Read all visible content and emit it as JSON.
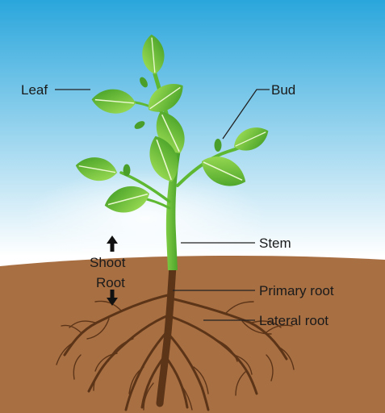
{
  "diagram": {
    "labels": {
      "leaf": "Leaf",
      "bud": "Bud",
      "stem": "Stem",
      "shoot": "Shoot",
      "root": "Root",
      "primary_root": "Primary root",
      "lateral_root": "Lateral root"
    },
    "colors": {
      "sky_top": "#2aa6dc",
      "sky_bottom": "#ffffff",
      "soil": "#a86f43",
      "leaf_light": "#8fd64a",
      "leaf_dark": "#3e9b22",
      "stem": "#5fb832",
      "root": "#5c3417",
      "leader_line": "#222222",
      "text": "#1a1a1a"
    }
  }
}
